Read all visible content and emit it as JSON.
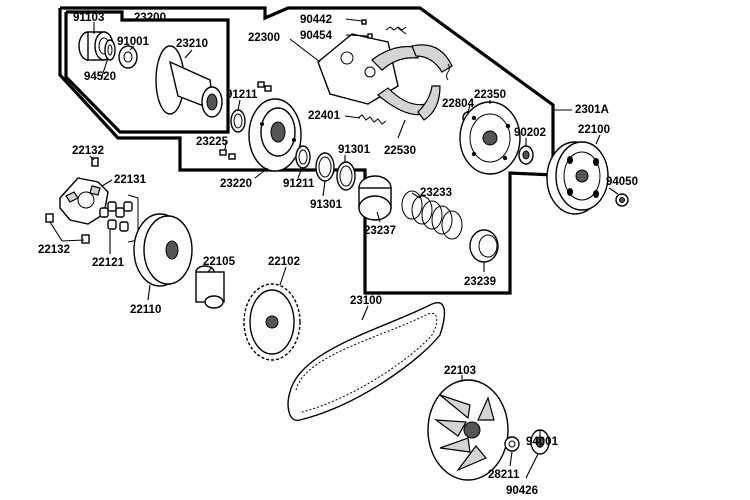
{
  "parts": {
    "p91103": "91103",
    "p23200": "23200",
    "p91001": "91001",
    "p23210": "23210",
    "p94520": "94520",
    "p91211a": "91211",
    "p23225": "23225",
    "p23220": "23220",
    "p91211b": "91211",
    "p90442": "90442",
    "p90454": "90454",
    "p23300": "22300",
    "p22401": "22401",
    "p22530": "22530",
    "p22804": "22804",
    "p22350": "22350",
    "p2301A": "2301A",
    "p90202": "90202",
    "p22100": "22100",
    "p94050": "94050",
    "p91301a": "91301",
    "p91301b": "91301",
    "p23233": "23233",
    "p23237": "23237",
    "p23239": "23239",
    "p22132a": "22132",
    "p22131": "22131",
    "p22132b": "22132",
    "p22121": "22121",
    "p22110": "22110",
    "p22105": "22105",
    "p22102": "22102",
    "p23100": "23100",
    "p22103": "22103",
    "p94001": "94001",
    "p28211": "28211",
    "p90426": "90426"
  }
}
